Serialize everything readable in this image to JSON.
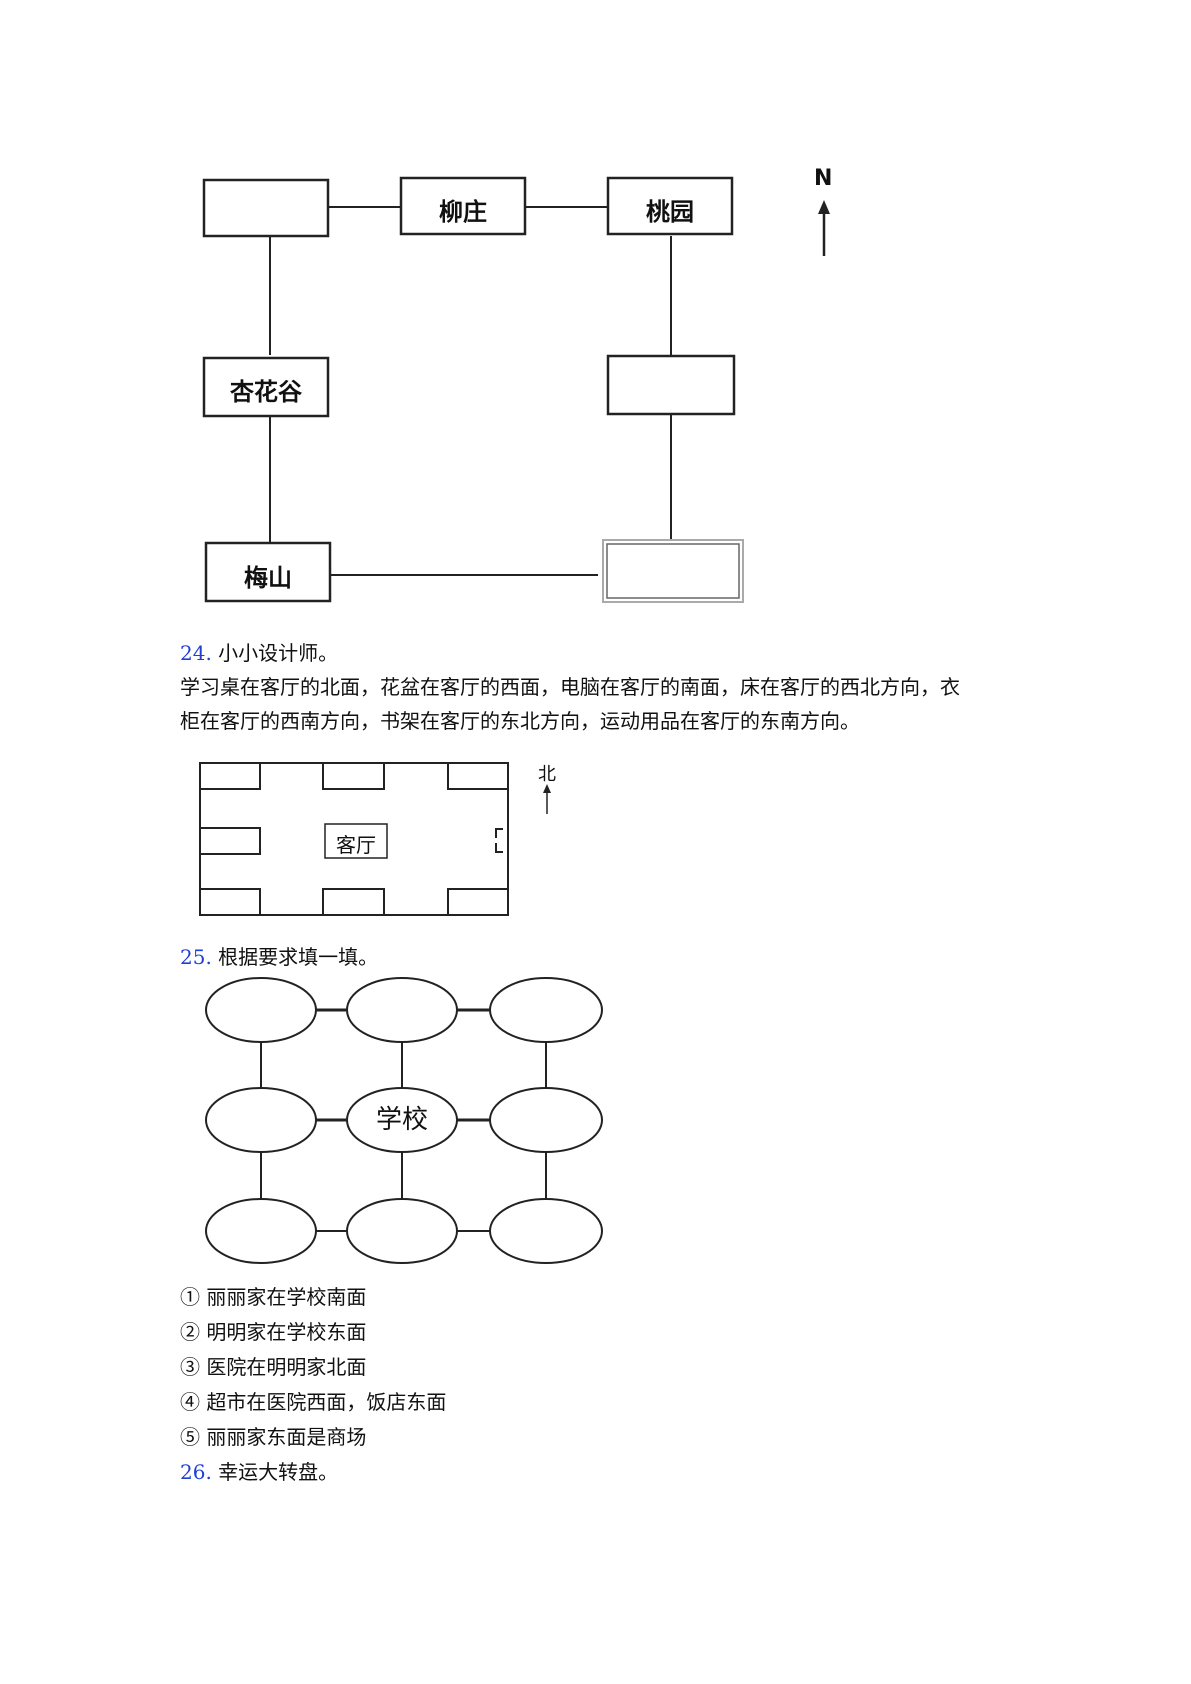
{
  "map1": {
    "north_label": "N",
    "boxes": {
      "top_middle": "柳庄",
      "top_right": "桃园",
      "middle_left": "杏花谷",
      "bottom_left": "梅山",
      "top_left": "",
      "middle_right": "",
      "bottom_right": ""
    }
  },
  "q24": {
    "number": "24.",
    "title": "小小设计师。",
    "body_line1": "学习桌在客厅的北面，花盆在客厅的西面，电脑在客厅的南面，床在客厅的西北方向，衣",
    "body_line2": "柜在客厅的西南方向，书架在客厅的东北方向，运动用品在客厅的东南方向。",
    "room_label": "客厅",
    "north_label": "北"
  },
  "q25": {
    "number": "25.",
    "title": "根据要求填一填。",
    "center_label": "学校",
    "clues": [
      "① 丽丽家在学校南面",
      "② 明明家在学校东面",
      "③ 医院在明明家北面",
      "④ 超市在医院西面，饭店东面",
      "⑤ 丽丽家东面是商场"
    ]
  },
  "q26": {
    "number": "26.",
    "title": "幸运大转盘。"
  }
}
